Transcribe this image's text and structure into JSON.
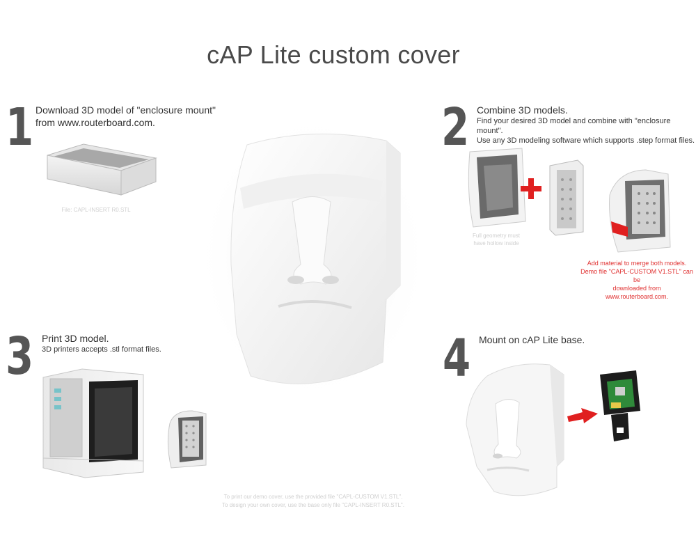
{
  "title": "cAP Lite custom cover",
  "steps": [
    {
      "number": "1",
      "title_line1": "Download 3D model of \"enclosure mount\"",
      "title_line2": "from www.routerboard.com.",
      "caption": "File: CAPL-INSERT R0.STL"
    },
    {
      "number": "2",
      "title": "Combine 3D models.",
      "sub_line1": "Find your desired 3D model and combine with \"enclosure mount\".",
      "sub_line2": "Use any 3D modeling software which supports .step format files.",
      "caption_grey_line1": "Full geometry must",
      "caption_grey_line2": "have hollow inside",
      "caption_red_line1": "Add material to merge both models.",
      "caption_red_line2": "Demo file \"CAPL-CUSTOM V1.STL\" can be",
      "caption_red_line3": "downloaded from",
      "caption_red_line4": "www.routerboard.com."
    },
    {
      "number": "3",
      "title": "Print 3D model.",
      "sub": "3D printers accepts .stl format files."
    },
    {
      "number": "4",
      "title": "Mount on cAP Lite base."
    }
  ],
  "footnote_line1": "To print our demo cover, use the provided file \"CAPL-CUSTOM V1.STL\".",
  "footnote_line2": "To design your own cover, use the base only file \"CAPL-INSERT R0.STL\".",
  "colors": {
    "accent_red": "#e02020",
    "number_grey": "#555555"
  }
}
